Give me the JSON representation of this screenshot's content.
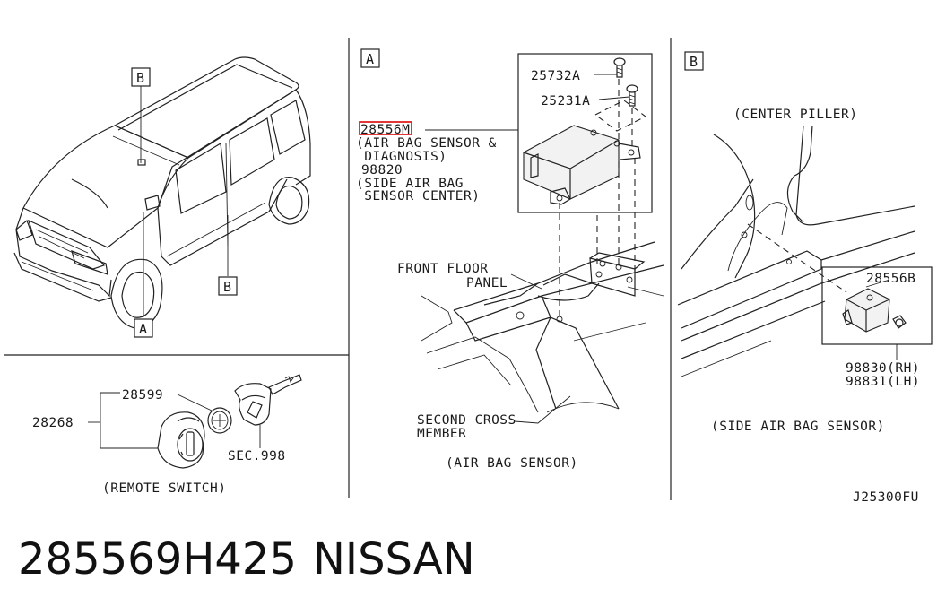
{
  "footer": {
    "part_number": "285569H425",
    "brand": "NISSAN"
  },
  "diagram": {
    "code": "J25300FU",
    "left_panel": {
      "markers": [
        "B",
        "B",
        "A"
      ]
    },
    "remote_switch": {
      "parts": [
        "28599",
        "28268",
        "SEC.998"
      ],
      "caption": "(REMOTE SWITCH)"
    },
    "panel_a": {
      "label": "A",
      "parts": {
        "screw_1": "25732A",
        "screw_2": "25231A",
        "sensor_part": "28556M",
        "sensor_desc_1": "(AIR BAG SENSOR &",
        "sensor_desc_2": " DIAGNOSIS)",
        "side_part": "98820",
        "side_desc_1": "(SIDE AIR BAG",
        "side_desc_2": " SENSOR CENTER)",
        "floor_1": "FRONT FLOOR",
        "floor_2": "PANEL",
        "cross_1": "SECOND CROSS",
        "cross_2": "MEMBER"
      },
      "caption": "(AIR BAG SENSOR)"
    },
    "panel_b": {
      "label": "B",
      "pillar": "(CENTER PILLER)",
      "part": "28556B",
      "rh": "98830(RH)",
      "lh": "98831(LH)",
      "caption": "(SIDE AIR BAG SENSOR)"
    },
    "highlight_color": "#e02020"
  }
}
